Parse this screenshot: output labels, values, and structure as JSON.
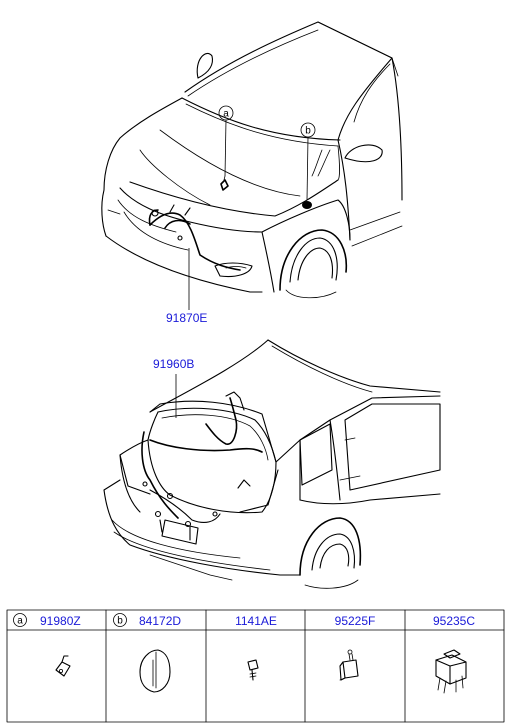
{
  "diagram": {
    "front_view": {
      "callouts": [
        {
          "letter": "a"
        },
        {
          "letter": "b"
        }
      ],
      "part_label": "91870E"
    },
    "rear_view": {
      "part_label": "91960B"
    },
    "legend": {
      "cells": [
        {
          "letter": "a",
          "part": "91980Z"
        },
        {
          "letter": "b",
          "part": "84172D"
        },
        {
          "letter": "",
          "part": "1141AE"
        },
        {
          "letter": "",
          "part": "95225F"
        },
        {
          "letter": "",
          "part": "95235C"
        }
      ]
    },
    "colors": {
      "link": "#1a1ad8",
      "line": "#000000",
      "background": "#ffffff"
    }
  }
}
